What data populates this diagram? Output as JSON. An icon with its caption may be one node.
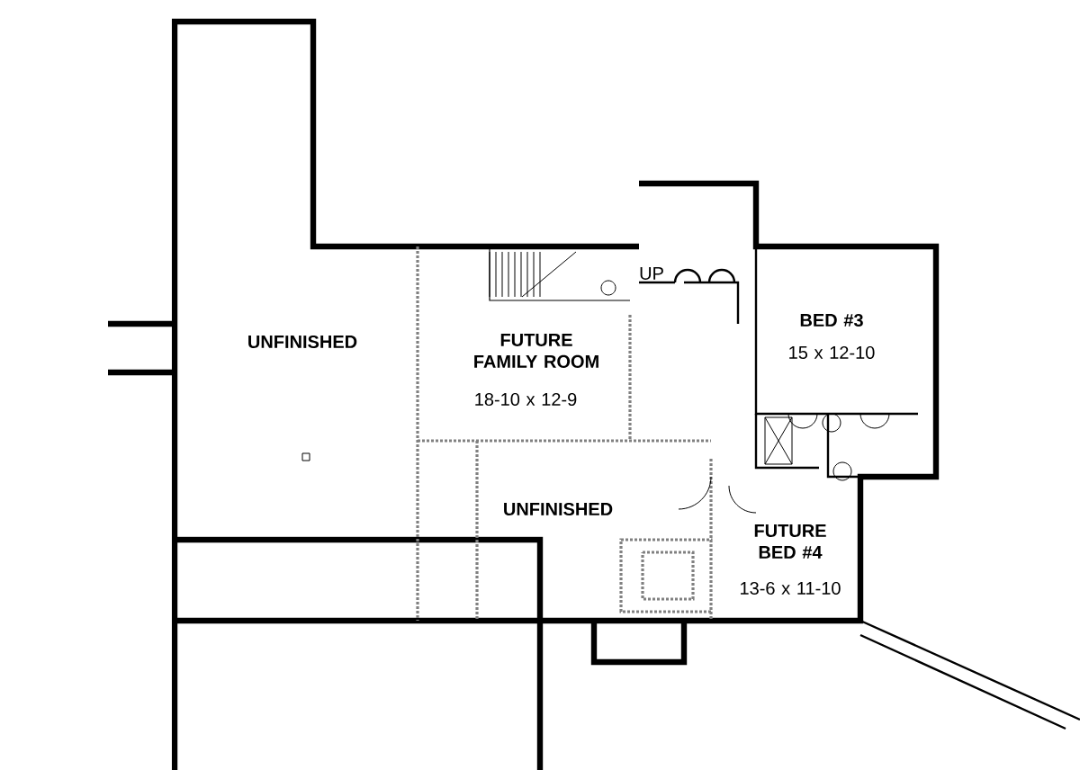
{
  "diagram": {
    "labels": [
      "UNFINISHED",
      "FUTURE FAMILY ROOM",
      "18-10 x 12-9",
      "UP",
      "BED #3",
      "15 x 12-10",
      "UNFINISHED",
      "FUTURE BED #4",
      "13-6 x 11-10"
    ]
  }
}
